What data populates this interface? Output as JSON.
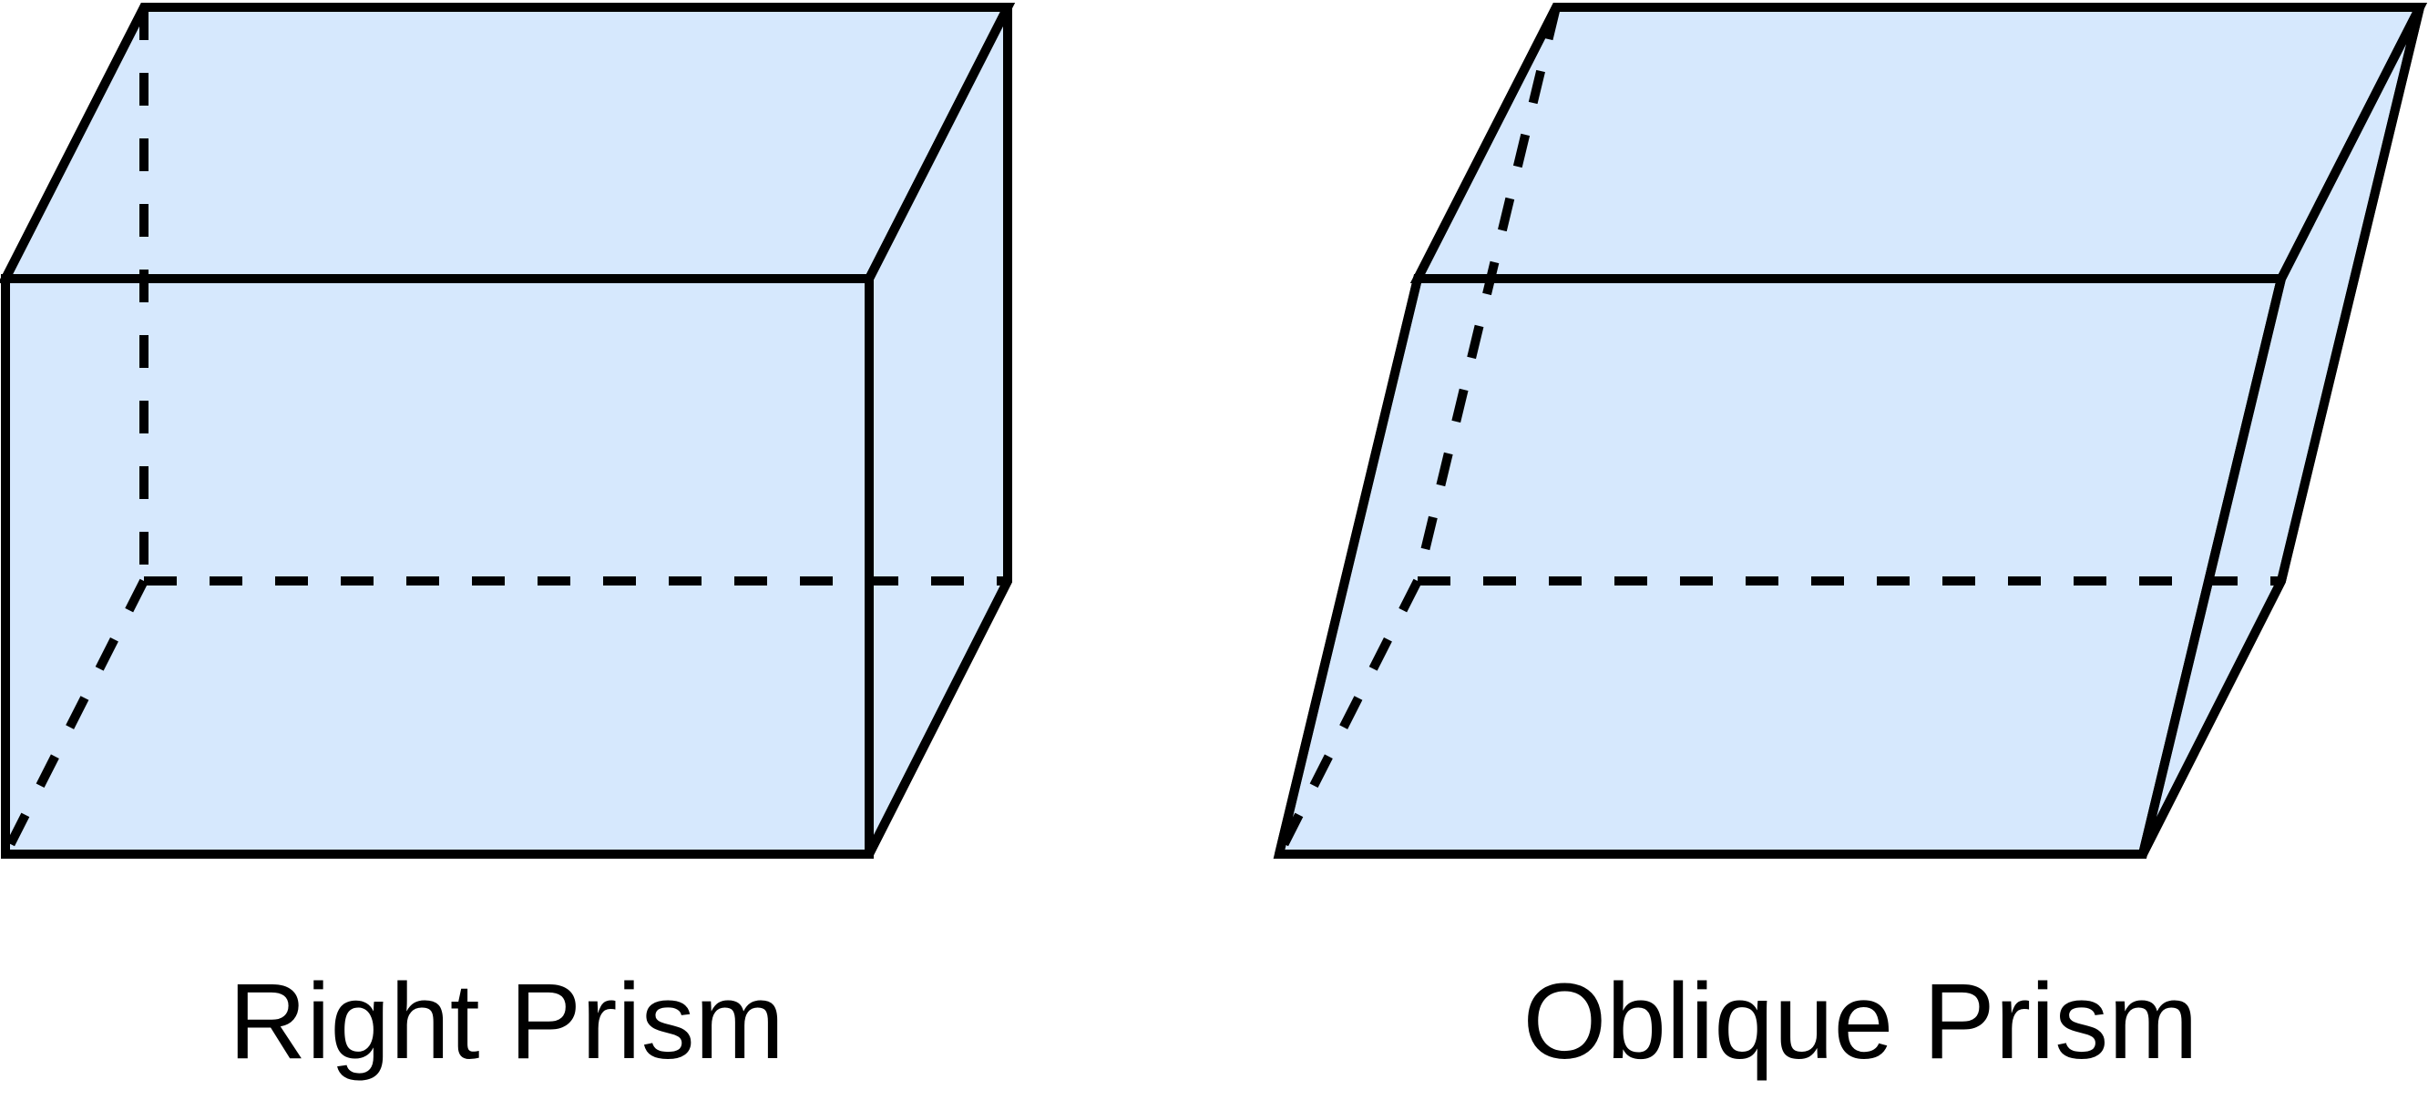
{
  "shape_fill": "#d6e8fd",
  "stroke_color": "#000000",
  "prisms": [
    {
      "id": "right",
      "label": "Right Prism"
    },
    {
      "id": "oblique",
      "label": "Oblique Prism"
    }
  ]
}
